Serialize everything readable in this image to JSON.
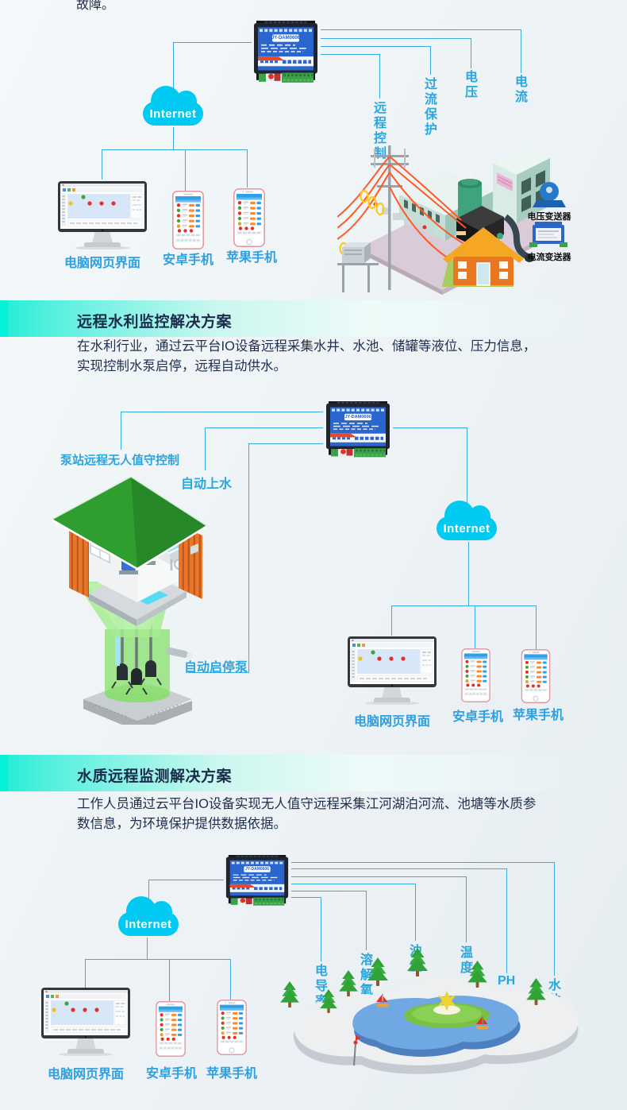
{
  "page": {
    "intro_tail": "故障。"
  },
  "shared": {
    "device_model": "JY-DAM0606",
    "internet_label": "Internet",
    "pc_caption": "电脑网页界面",
    "android_caption": "安卓手机",
    "iphone_caption": "苹果手机"
  },
  "power_section": {
    "callouts": {
      "remote_control": "远程控制",
      "overcurrent_protection": "过流保护",
      "voltage": "电压",
      "current": "电流"
    },
    "transmitters": {
      "voltage": "电压变送器",
      "current": "电流变送器"
    }
  },
  "water_section": {
    "title": "远程水利监控解决方案",
    "body": "在水利行业，通过云平台IO设备远程采集水井、水池、储罐等液位、压力信息，实现控制水泵启停，远程自动供水。",
    "callouts": {
      "unattended_control": "泵站远程无人值守控制",
      "auto_fill": "自动上水",
      "auto_pump": "自动启停泵"
    }
  },
  "quality_section": {
    "title": "水质远程监测解决方案",
    "body": "工作人员通过云平台IO设备实现无人值守远程采集江河湖泊河流、池塘等水质参数信息，为环境保护提供数据依据。",
    "params": {
      "conductivity": "电导率",
      "dissolved_oxygen": "溶解氧",
      "turbidity": "浊度",
      "temperature": "温度",
      "ph": "PH",
      "water_level": "水位"
    }
  },
  "colors": {
    "accent_teal": "#04F2DA",
    "line_blue": "#3AAADF",
    "label_blue": "#2E9FE0",
    "cloud_cyan": "#00C9F2",
    "title_navy": "#1B2B4B"
  }
}
